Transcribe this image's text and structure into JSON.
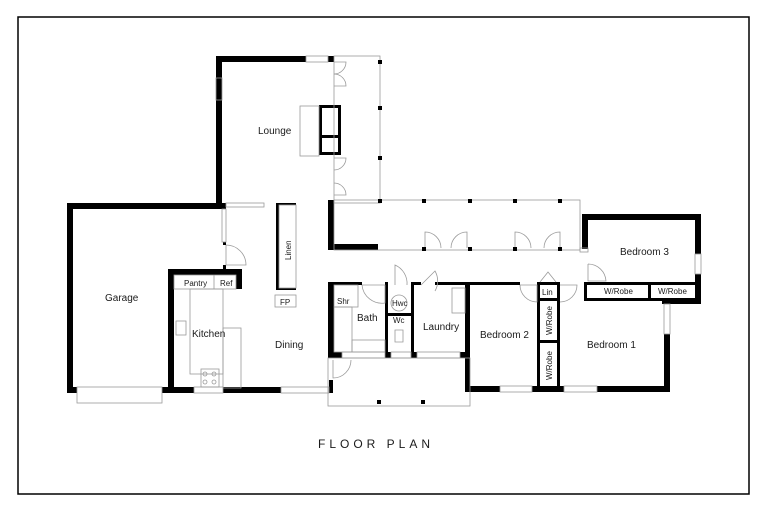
{
  "title": "FLOOR PLAN",
  "colors": {
    "background": "#ffffff",
    "wall": "#000000",
    "fixture_line": "#9a9a9a",
    "text": "#1a1a1a",
    "border": "#000000"
  },
  "rooms": {
    "lounge": "Lounge",
    "garage": "Garage",
    "kitchen": "Kitchen",
    "pantry": "Pantry",
    "ref": "Ref",
    "dining": "Dining",
    "linen": "Linen",
    "fp": "FP",
    "shr": "Shr",
    "bath": "Bath",
    "hwc": "Hwc",
    "wc": "Wc",
    "laundry": "Laundry",
    "bedroom1": "Bedroom 1",
    "bedroom2": "Bedroom 2",
    "bedroom3": "Bedroom 3",
    "lin": "Lin",
    "wrobe_b3_left": "W/Robe",
    "wrobe_b3_right": "W/Robe",
    "wrobe_b1_upper": "W/Robe",
    "wrobe_b1_lower": "W/Robe"
  }
}
